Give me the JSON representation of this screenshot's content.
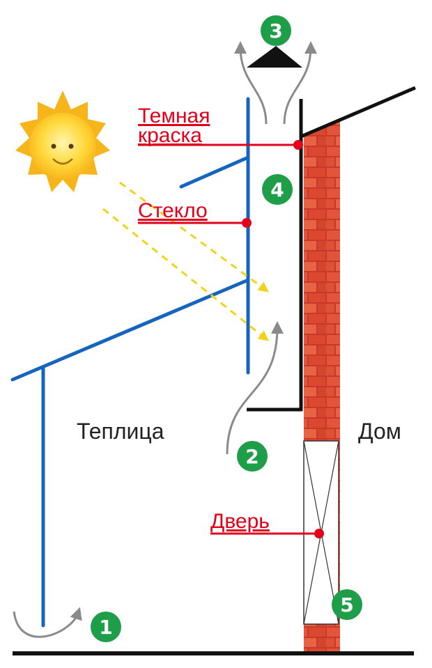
{
  "labels": {
    "dark_paint": [
      "Темная",
      "краска"
    ],
    "glass": "Стекло",
    "door": "Дверь",
    "greenhouse": "Теплица",
    "house": "Дом"
  },
  "markers": [
    "1",
    "2",
    "3",
    "4",
    "5"
  ],
  "colors": {
    "label_red": "#e3001b",
    "frame_blue": "#1565c0",
    "brick": "#d8492c",
    "marker_green": "#1e9e48",
    "sun_ray": "#f1d31a",
    "ground": "#111111"
  },
  "icons": [
    "sun-icon",
    "brick-wall",
    "door-cross"
  ]
}
